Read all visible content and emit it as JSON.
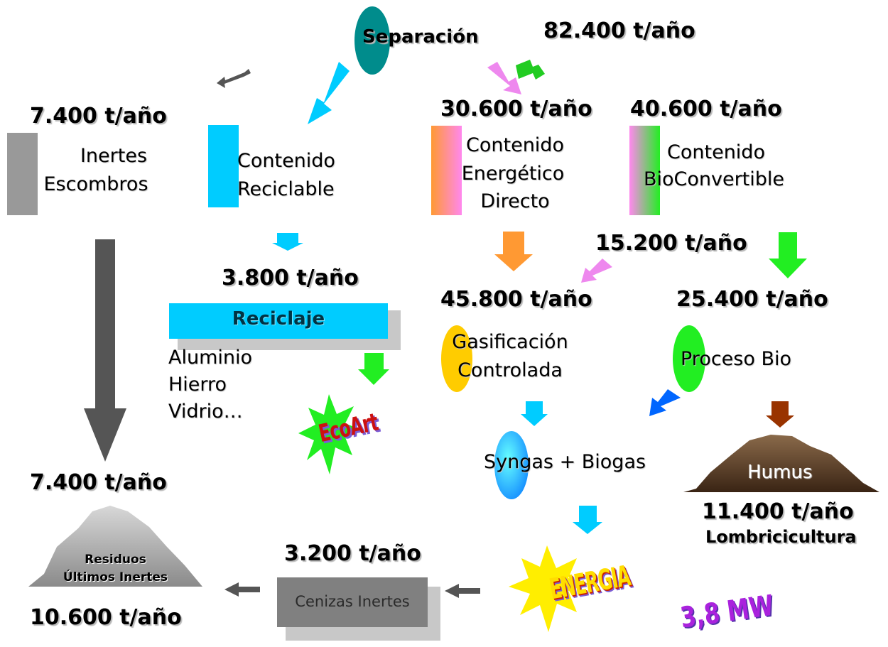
{
  "separation": {
    "label": "Separación",
    "total": "82.400 t/año"
  },
  "inertes": {
    "qty_top": "7.400 t/año",
    "line1": "Inertes",
    "line2": "Escombros",
    "qty_bottom": "7.400 t/año"
  },
  "reciclable": {
    "line1": "Contenido",
    "line2": "Reciclable",
    "qty": "3.800 t/año",
    "bar_label": "Reciclaje",
    "items": [
      "Aluminio",
      "Hierro",
      "Vidrio…"
    ],
    "ecoart": "EcoArt"
  },
  "energetico": {
    "qty_top": "30.600 t/año",
    "line1": "Contenido",
    "line2": "Energético",
    "line3": "Directo",
    "qty_mid": "45.800 t/año",
    "gas_line1": "Gasificación",
    "gas_line2": "Controlada"
  },
  "bioconvertible": {
    "qty_top": "40.600 t/año",
    "line1": "Contenido",
    "line2": "BioConvertible",
    "transfer_qty": "15.200 t/año",
    "qty_mid": "25.400 t/año",
    "process": "Proceso Bio"
  },
  "syngas": {
    "label": "Syngas + Biogas",
    "energia": "ENERGIA",
    "power": "3,8 MW"
  },
  "humus": {
    "label": "Humus",
    "qty": "11.400 t/año",
    "sub": "Lombricicultura"
  },
  "cenizas": {
    "qty": "3.200 t/año",
    "label": "Cenizas Inertes"
  },
  "residuos": {
    "line1": "Residuos",
    "line2": "Últimos Inertes",
    "qty": "10.600 t/año"
  },
  "colors": {
    "teal": "#008c8c",
    "cyan": "#00ccff",
    "orange": "#ff9933",
    "pink": "#ee88ee",
    "green": "#22ee22",
    "dark_gray": "#555555",
    "gray": "#999999",
    "blue": "#0066ff",
    "brown": "#993300",
    "yellow": "#ffcc00"
  }
}
